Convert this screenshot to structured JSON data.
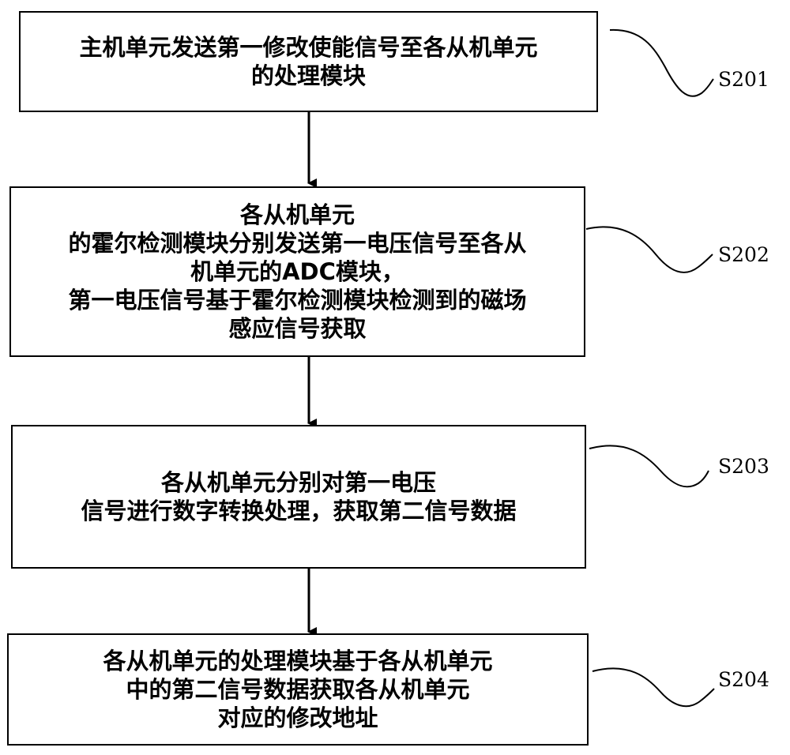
{
  "steps": [
    {
      "id": "S201",
      "lines": [
        "主机单元发送第一修改使能信号至各从机单元",
        "的处理模块"
      ]
    },
    {
      "id": "S202",
      "lines": [
        "各从机单元",
        "的霍尔检测模块分别发送第一电压信号至各从",
        "机单元的ADC模块，",
        "第一电压信号基于霍尔检测模块检测到的磁场",
        "感应信号获取"
      ]
    },
    {
      "id": "S203",
      "lines": [
        "各从机单元分别对第一电压",
        "信号进行数字转换处理，获取第二信号数据"
      ]
    },
    {
      "id": "S204",
      "lines": [
        "各从机单元的处理模块基于各从机单元",
        "中的第二信号数据获取各从机单元",
        "对应的修改地址"
      ]
    }
  ]
}
